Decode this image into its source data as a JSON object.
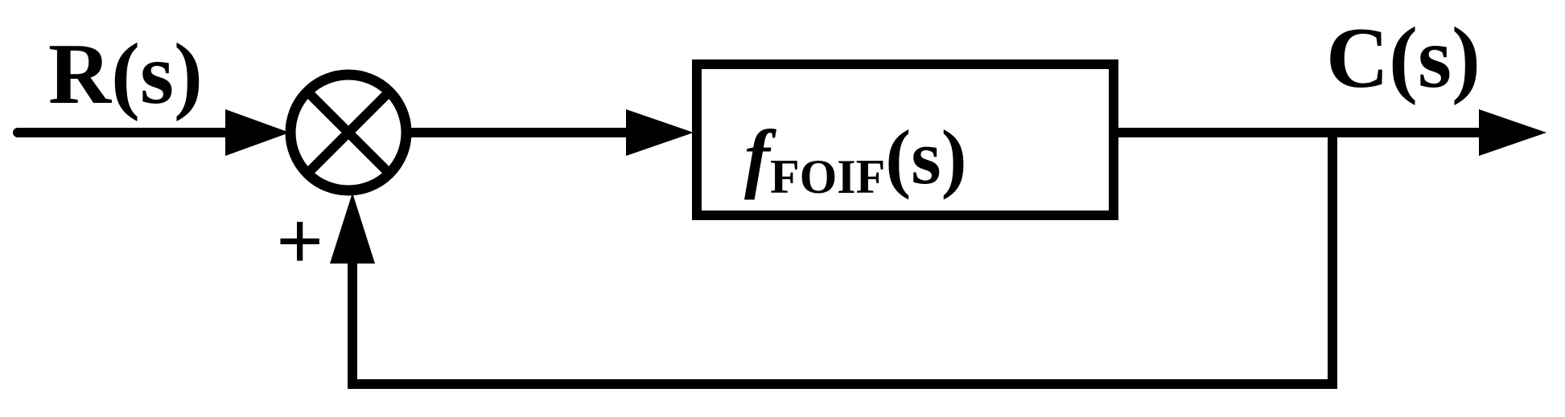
{
  "diagram": {
    "input_label": "R(s)",
    "output_label": "C(s)",
    "block": {
      "symbol": "f",
      "subscript": "FOIF",
      "argument": "(s)"
    },
    "feedback_sign": "+",
    "summing_junction_icon": "summing-junction-cross-circle",
    "colors": {
      "line": "#000000",
      "background": "#ffffff"
    }
  }
}
